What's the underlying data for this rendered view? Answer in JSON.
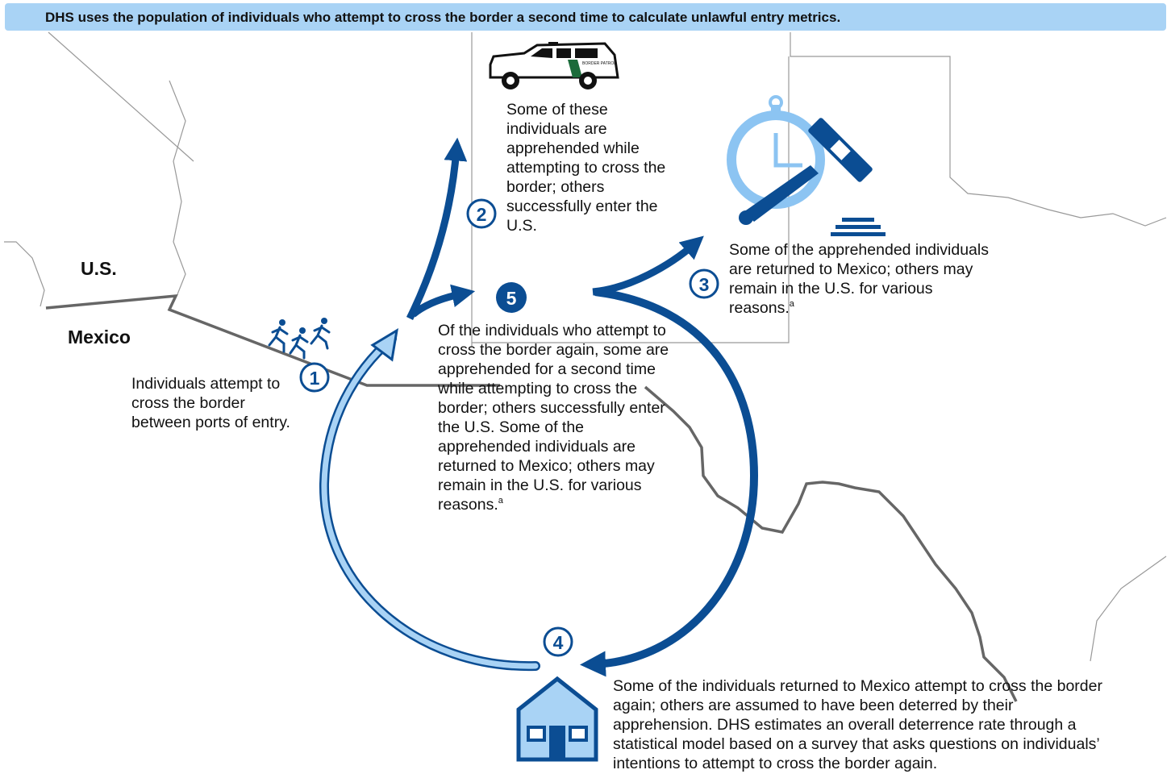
{
  "banner": {
    "text": "DHS uses the population of individuals who attempt to cross the border a second time to calculate unlawful entry metrics."
  },
  "map": {
    "us_label": "U.S.",
    "mexico_label": "Mexico"
  },
  "steps": [
    {
      "number": "1",
      "text": "Individuals attempt to cross the border between ports of entry."
    },
    {
      "number": "2",
      "text": "Some of these individuals are apprehended while attempting to cross the border; others successfully enter the U.S."
    },
    {
      "number": "3",
      "text": "Some of the apprehended individuals are returned to Mexico; others may remain in the U.S. for various reasons.",
      "footnote": "a"
    },
    {
      "number": "4",
      "text": "Some of the individuals returned to Mexico attempt to cross the border again; others are assumed to have been deterred by their apprehension. DHS estimates an overall deterrence rate through a statistical model based on a survey that asks questions on individuals’ intentions to attempt to cross the border again."
    },
    {
      "number": "5",
      "text": "Of the individuals who attempt to cross the border again, some are apprehended for a second time while attempting to cross the border; others successfully enter the U.S. Some of the apprehended individuals are returned to Mexico; others may remain in the U.S. for various reasons.",
      "footnote": "a"
    }
  ],
  "vehicle": {
    "decal_text": "BORDER PATROL"
  },
  "colors": {
    "dark_blue": "#0b4d93",
    "light_blue": "#a9d3f5",
    "mid_blue": "#8cc4f2",
    "border_line": "#666666",
    "state_line": "#999999"
  },
  "icons": [
    "running-people-icon",
    "border-patrol-vehicle-icon",
    "stopwatch-icon",
    "gavel-icon",
    "house-icon"
  ]
}
